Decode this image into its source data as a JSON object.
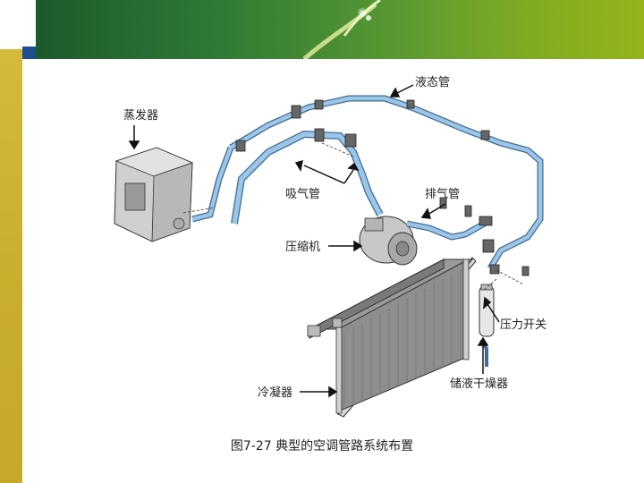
{
  "labels": {
    "evaporator": "蒸发器",
    "liquid_pipe": "液态管",
    "suction_pipe": "吸气管",
    "discharge_pipe": "排气管",
    "compressor": "压缩机",
    "pressure_switch": "压力开关",
    "receiver_drier": "储液干燥器",
    "condenser": "冷凝器"
  },
  "caption": "图7-27  典型的空调管路系统布置",
  "colors": {
    "pipe": "#9cc6e8",
    "pipe_edge": "#3f6a93",
    "banner_green": "#5a9a32",
    "left_strip": "#d6bd3e",
    "accent_square": "#1f4f8f"
  }
}
